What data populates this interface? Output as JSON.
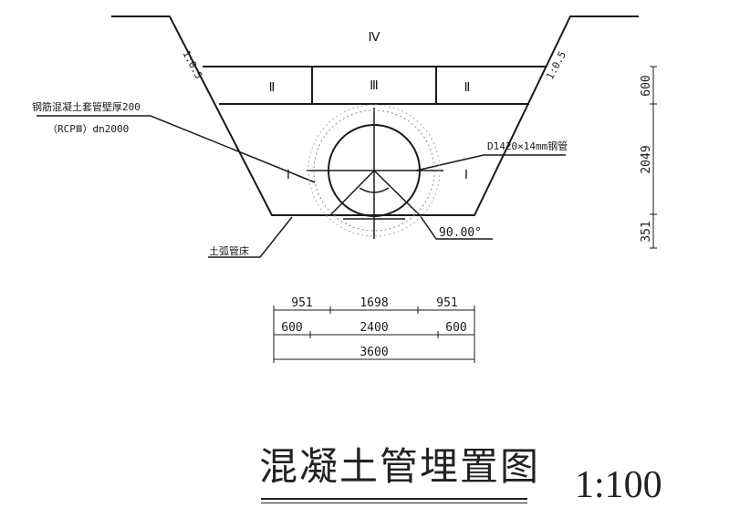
{
  "zones": {
    "top": "Ⅳ",
    "left_mid": "Ⅱ",
    "center_mid": "Ⅲ",
    "right_mid": "Ⅱ",
    "left_low": "Ⅰ",
    "right_low": "Ⅰ"
  },
  "slopes": {
    "left": "1:0.5",
    "right": "1:0.5"
  },
  "labels": {
    "casing_pipe_line1": "钢筋混凝土套管壁厚200",
    "casing_pipe_line2": "（RCPⅢ）dn2000",
    "steel_pipe": "D1420×14mm钢管",
    "bedding": "土弧管床",
    "angle": "90.00°"
  },
  "dims_horizontal": {
    "row1": [
      "951",
      "1698",
      "951"
    ],
    "row2": [
      "600",
      "2400",
      "600"
    ],
    "row3": [
      "3600"
    ]
  },
  "dims_vertical": [
    "600",
    "2049",
    "351"
  ],
  "title": "混凝土管埋置图",
  "scale": "1:100"
}
